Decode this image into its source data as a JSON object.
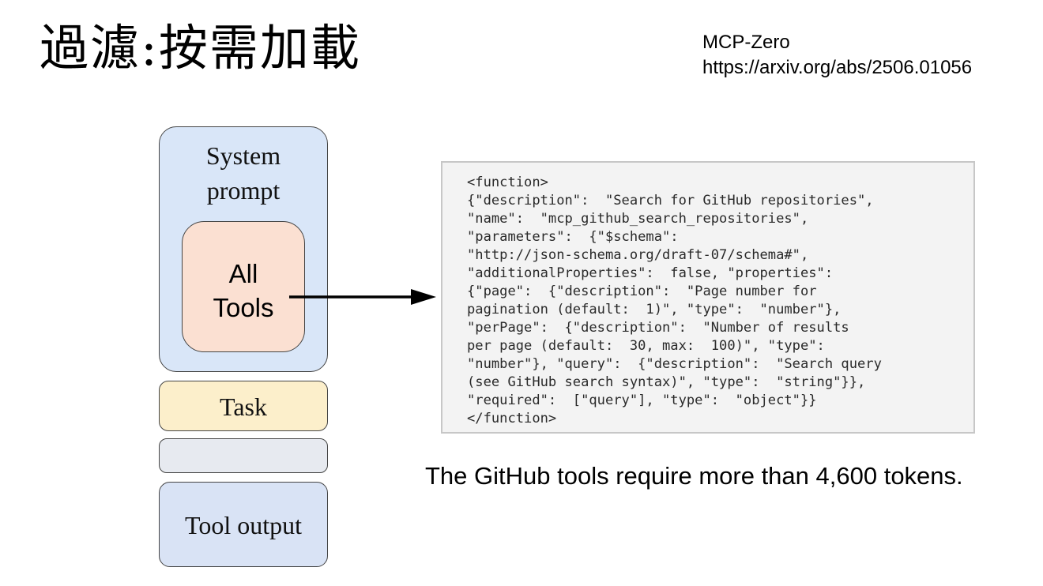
{
  "title": "過濾:按需加載",
  "reference": {
    "name": "MCP-Zero",
    "url": "https://arxiv.org/abs/2506.01056"
  },
  "stack": {
    "system_prompt_lines": [
      "System",
      "prompt"
    ],
    "all_tools_lines": [
      "All",
      "Tools"
    ],
    "task": "Task",
    "empty_block": "",
    "tool_output": "Tool output"
  },
  "code_lines": [
    "<function>",
    "{\"description\":  \"Search for GitHub repositories\",",
    "\"name\":  \"mcp_github_search_repositories\",",
    "\"parameters\":  {\"$schema\":",
    "\"http://json-schema.org/draft-07/schema#\",",
    "\"additionalProperties\":  false, \"properties\":",
    "{\"page\":  {\"description\":  \"Page number for",
    "pagination (default:  1)\", \"type\":  \"number\"},",
    "\"perPage\":  {\"description\":  \"Number of results",
    "per page (default:  30, max:  100)\", \"type\":",
    "\"number\"}, \"query\":  {\"description\":  \"Search query",
    "(see GitHub search syntax)\", \"type\":  \"string\"}},",
    "\"required\":  [\"query\"], \"type\":  \"object\"}}",
    "</function>"
  ],
  "caption": "The GitHub tools require more than 4,600 tokens.",
  "colors": {
    "system_prompt_bg": "#d9e6f8",
    "tools_bg": "#fbe0d2",
    "task_bg": "#fcefcb",
    "empty_bg": "#e7eaf0",
    "output_bg": "#d9e3f5",
    "code_bg": "#f3f3f3"
  }
}
